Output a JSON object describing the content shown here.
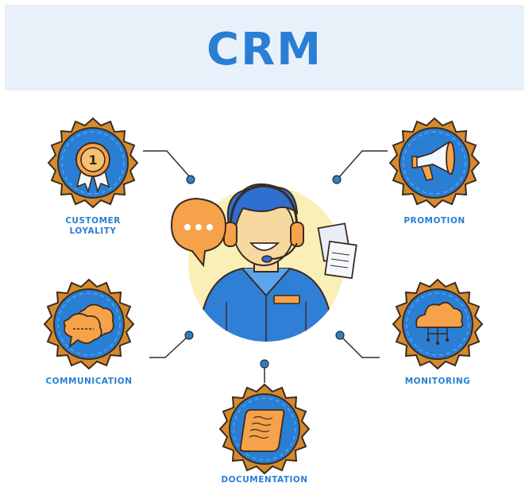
{
  "header": {
    "title": "CRM"
  },
  "nodes": {
    "loyalty": {
      "label_line1": "CUSTOMER",
      "label_line2": "LOYALITY",
      "badge_number": "1"
    },
    "promotion": {
      "label": "PROMOTION"
    },
    "communication": {
      "label": "COMMUNICATION"
    },
    "monitoring": {
      "label": "MONITORING"
    },
    "documentation": {
      "label": "DOCUMENTATION"
    }
  },
  "colors": {
    "brand_blue": "#2a7fd4",
    "dark_outline": "#3b2b1f",
    "gear_ring": "#d68a2e",
    "orange": "#f6a24a",
    "banner_bg": "#e8f1f9",
    "halo": "#fbefb8"
  }
}
